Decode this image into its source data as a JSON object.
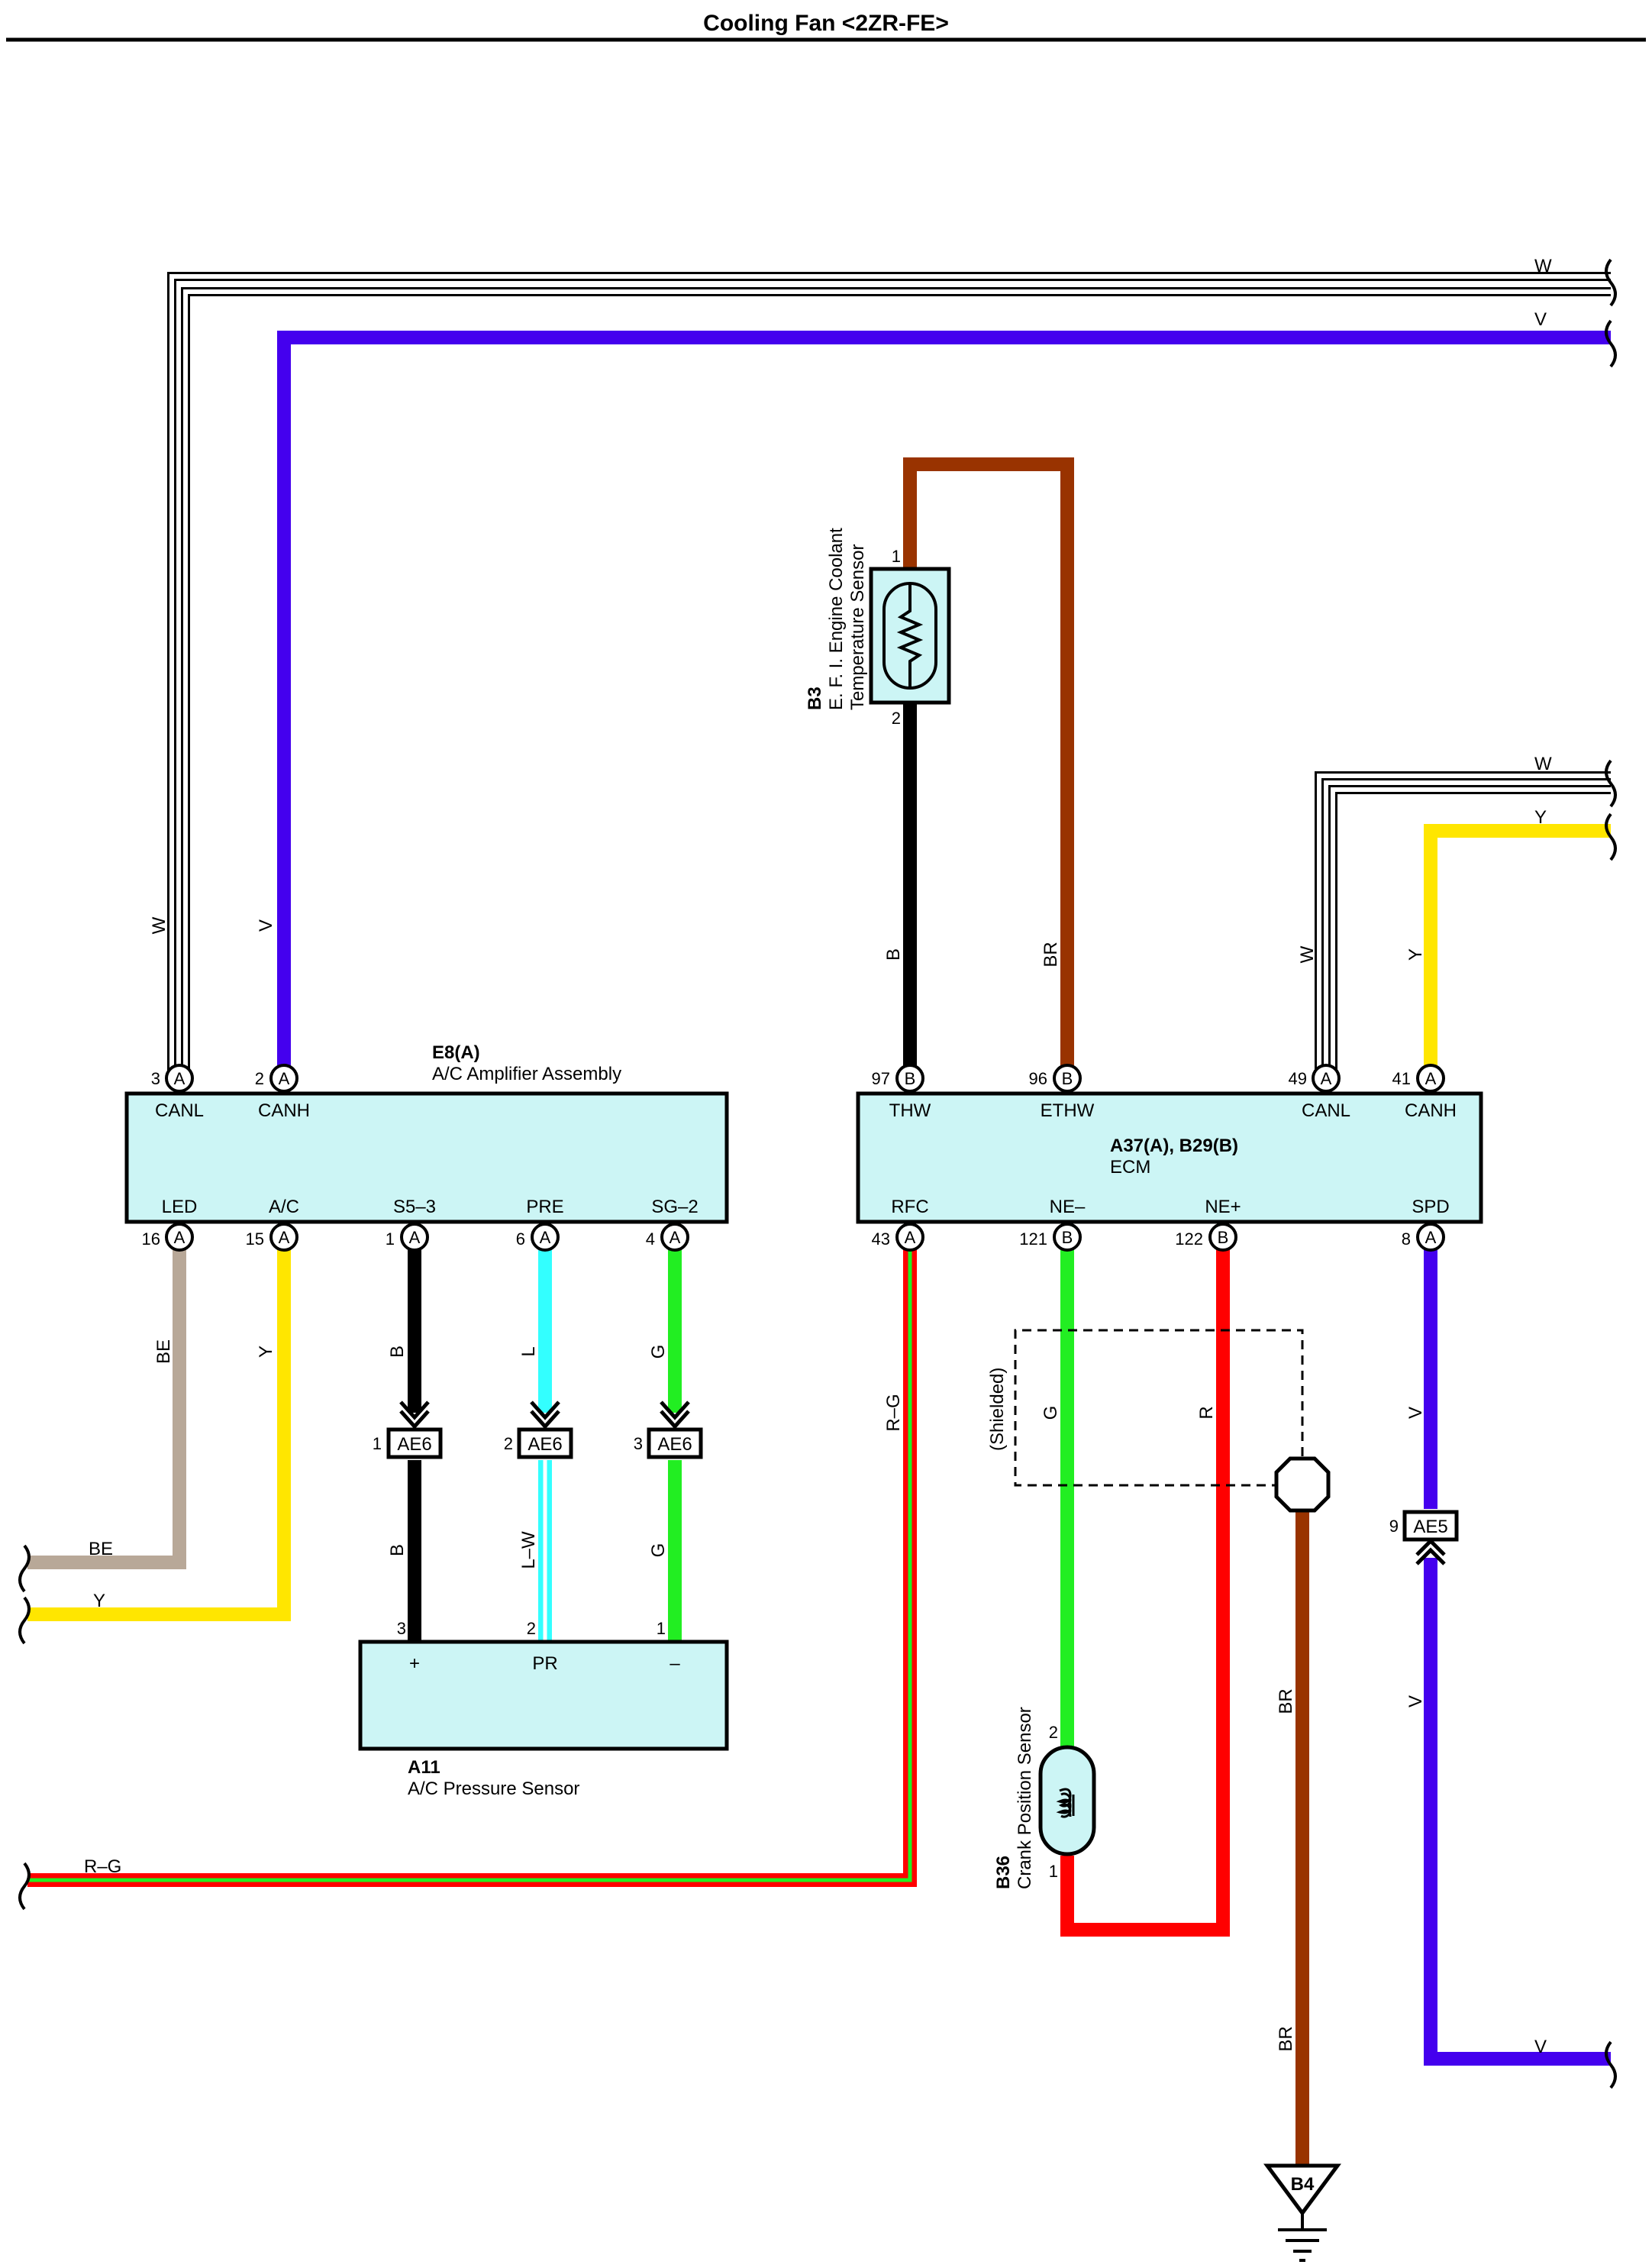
{
  "title": "Cooling Fan <2ZR-FE>",
  "colors": {
    "W": "#ffffff",
    "V": "#4400ee",
    "BR": "#993300",
    "B": "#000000",
    "Y": "#ffe600",
    "BE": "#b8a898",
    "L": "#33ffff",
    "G": "#22ee22",
    "R": "#ff0000",
    "box_fill": "#ccf5f5"
  },
  "components": {
    "e8": {
      "code": "E8(A)",
      "name": "A/C Amplifier Assembly",
      "pins_top": [
        "CANL",
        "CANH"
      ],
      "pins_bottom": [
        "LED",
        "A/C",
        "S5–3",
        "PRE",
        "SG–2"
      ]
    },
    "ecm": {
      "code": "A37(A), B29(B)",
      "name": "ECM",
      "pins_top": [
        "THW",
        "ETHW",
        "CANL",
        "CANH"
      ],
      "pins_bottom": [
        "RFC",
        "NE–",
        "NE+",
        "SPD"
      ]
    },
    "b3": {
      "code": "B3",
      "name_line1": "E. F. I. Engine Coolant",
      "name_line2": "Temperature Sensor"
    },
    "a11": {
      "code": "A11",
      "name": "A/C Pressure Sensor",
      "pins": [
        "+",
        "PR",
        "–"
      ]
    },
    "b36": {
      "code": "B36",
      "name": "Crank Position Sensor"
    },
    "ground": "B4",
    "shielded": "(Shielded)"
  },
  "connectors": {
    "ae6": "AE6",
    "ae5": "AE5",
    "a": "A",
    "b": "B"
  },
  "pin_numbers": {
    "e8_canl": "3",
    "e8_canh": "2",
    "e8_led": "16",
    "e8_ac": "15",
    "e8_s53": "1",
    "e8_pre": "6",
    "e8_sg2": "4",
    "ecm_thw": "97",
    "ecm_ethw": "96",
    "ecm_canl": "49",
    "ecm_canh": "41",
    "ecm_rfc": "43",
    "ecm_ne_minus": "121",
    "ecm_ne_plus": "122",
    "ecm_spd": "8",
    "b3_1": "1",
    "b3_2": "2",
    "ae6_1": "1",
    "ae6_2": "2",
    "ae6_3": "3",
    "a11_3": "3",
    "a11_2": "2",
    "a11_1": "1",
    "b36_2": "2",
    "b36_1": "1",
    "ae5_9": "9"
  },
  "wire_labels": {
    "w": "W",
    "v": "V",
    "br": "BR",
    "b": "B",
    "y": "Y",
    "be": "BE",
    "l": "L",
    "g": "G",
    "r": "R",
    "lw": "L–W",
    "rg": "R–G"
  }
}
